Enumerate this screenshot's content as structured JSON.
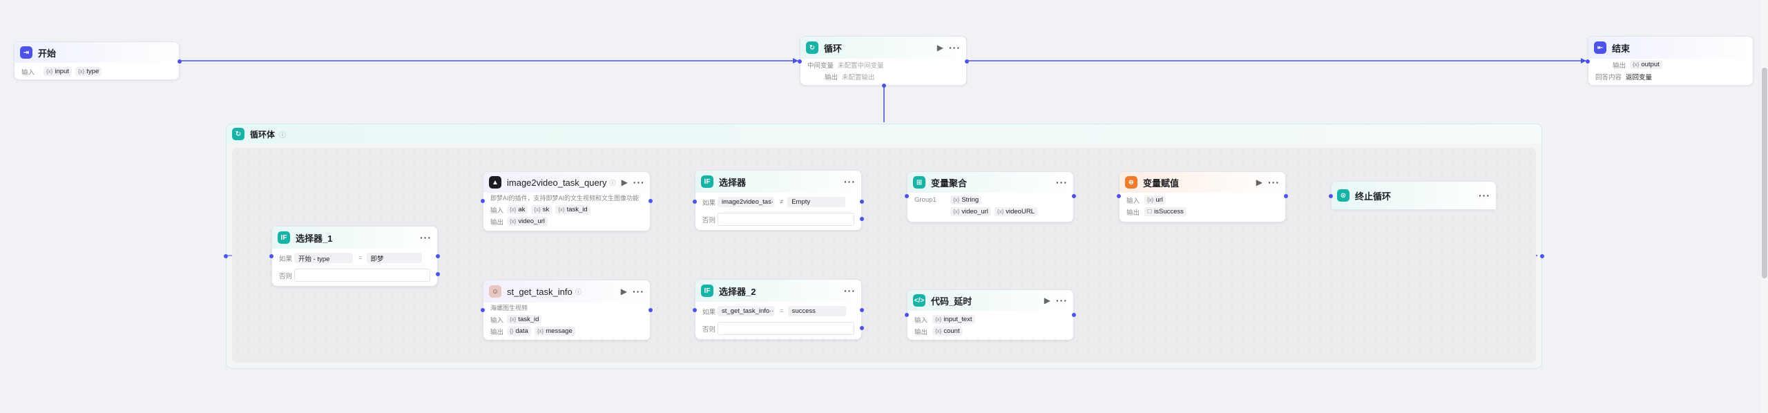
{
  "colors": {
    "accent": "#4d53e8",
    "teal": "#16b3a6",
    "orange": "#f07b2a"
  },
  "start": {
    "title": "开始",
    "input_label": "输入",
    "params": [
      "input",
      "type"
    ]
  },
  "loop": {
    "title": "循环",
    "var_label": "中间变量",
    "var_value": "未配置中间变量",
    "out_label": "输出",
    "out_value": "未配置输出"
  },
  "end": {
    "title": "结束",
    "out_label": "输出",
    "out_param": "output",
    "answer_label": "回答内容",
    "answer_value": "返回变量"
  },
  "loop_body": {
    "title": "循环体",
    "info_icon": "info-icon"
  },
  "selector1": {
    "title": "选择器_1",
    "if_label": "如果",
    "left": "开始 - type",
    "op": "=",
    "right": "即梦",
    "else_label": "否则"
  },
  "img2video": {
    "title": "image2video_task_query",
    "desc": "即梦AI的插件，支持即梦AI的文生视频和文生图像功能",
    "input_label": "输入",
    "inputs": [
      "ak",
      "sk",
      "task_id"
    ],
    "output_label": "输出",
    "outputs": [
      "video_url"
    ]
  },
  "selector": {
    "title": "选择器",
    "if_label": "如果",
    "left": "image2video_tas···",
    "op": "≠",
    "right": "Empty",
    "else_label": "否则"
  },
  "aggregate": {
    "title": "变量聚合",
    "group_label": "Group1",
    "group_type": "String",
    "vars": [
      "video_url",
      "videoURL"
    ]
  },
  "assign": {
    "title": "变量赋值",
    "input_label": "输入",
    "input": "url",
    "output_label": "输出",
    "output": "isSuccess"
  },
  "stop": {
    "title": "终止循环"
  },
  "st_get": {
    "title": "st_get_task_info",
    "desc": "海螺图生视频",
    "input_label": "输入",
    "inputs": [
      "task_id"
    ],
    "output_label": "输出",
    "outputs": [
      "data",
      "message"
    ]
  },
  "selector2": {
    "title": "选择器_2",
    "if_label": "如果",
    "left": "st_get_task_info···",
    "op": "=",
    "right": "success",
    "else_label": "否则"
  },
  "code": {
    "title": "代码_延时",
    "input_label": "输入",
    "input": "input_text",
    "output_label": "输出",
    "output": "count"
  }
}
